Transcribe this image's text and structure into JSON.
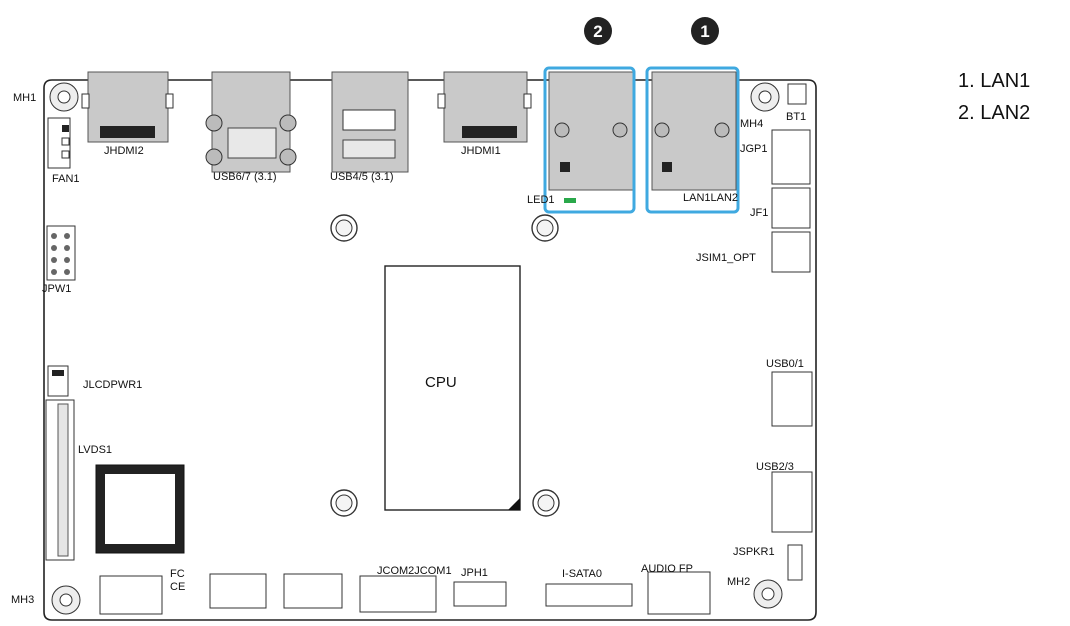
{
  "legend": {
    "items": [
      "1. LAN1",
      "2. LAN2"
    ]
  },
  "callouts": {
    "c1": "1",
    "c2": "2"
  },
  "labels": {
    "mh1": "MH1",
    "mh2": "MH2",
    "mh3": "MH3",
    "mh4": "MH4",
    "bt1": "BT1",
    "fan1": "FAN1",
    "jhdmi2": "JHDMI2",
    "jhdmi1": "JHDMI1",
    "usb67": "USB6/7 (3.1)",
    "usb45": "USB4/5 (3.1)",
    "led1": "LED1",
    "lan1lan2": "LAN1LAN2",
    "jgp1": "JGP1",
    "jf1": "JF1",
    "jsim1": "JSIM1_OPT",
    "jpw1": "JPW1",
    "cpu": "CPU",
    "jlcdpwr1": "JLCDPWR1",
    "lvds1": "LVDS1",
    "usb01": "USB0/1",
    "usb23": "USB2/3",
    "jspkr1": "JSPKR1",
    "jcom": "JCOM2JCOM1",
    "jph1": "JPH1",
    "isata0": "I-SATA0",
    "audiofp": "AUDIO FP",
    "fc": "FC",
    "ce": "CE"
  },
  "colors": {
    "highlight": "#3fa9e0",
    "led": "#2aa84a",
    "outline": "#222222",
    "port_fill": "#c9c9c9"
  }
}
